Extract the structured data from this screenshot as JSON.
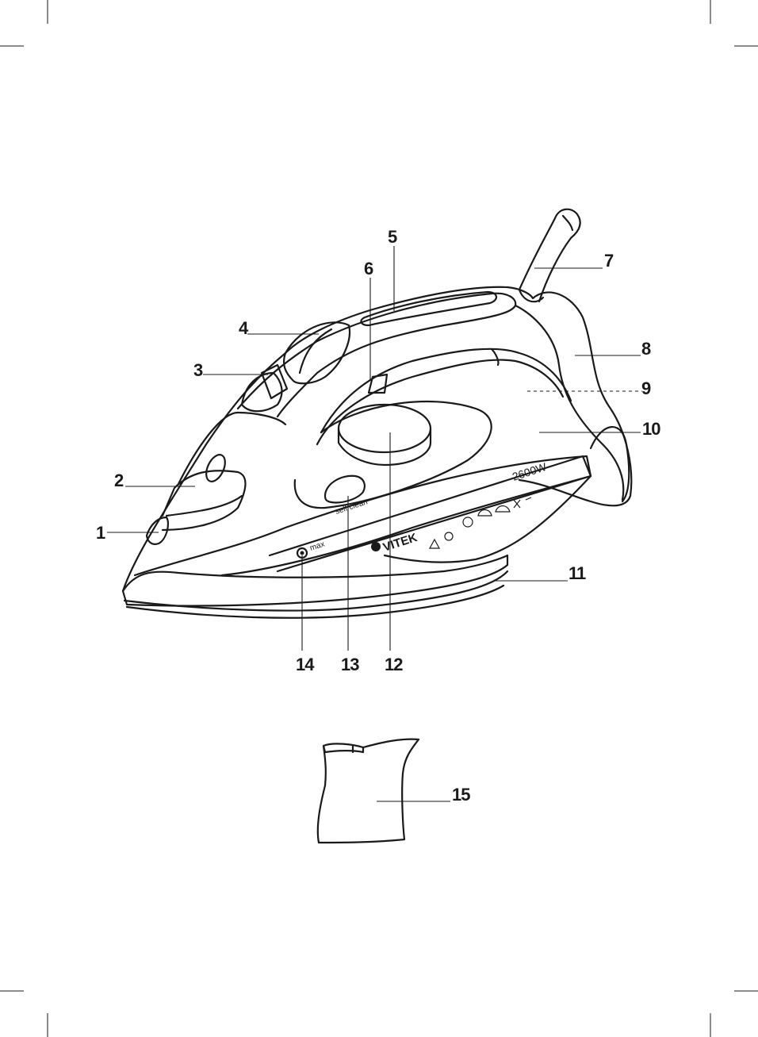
{
  "labels": {
    "l1": "1",
    "l2": "2",
    "l3": "3",
    "l4": "4",
    "l5": "5",
    "l6": "6",
    "l7": "7",
    "l8": "8",
    "l9": "9",
    "l10": "10",
    "l11": "11",
    "l12": "12",
    "l13": "13",
    "l14": "14",
    "l15": "15"
  },
  "device": {
    "power": "2600W",
    "brand": "VITEK",
    "self_clean": "self clean",
    "max": "max"
  }
}
